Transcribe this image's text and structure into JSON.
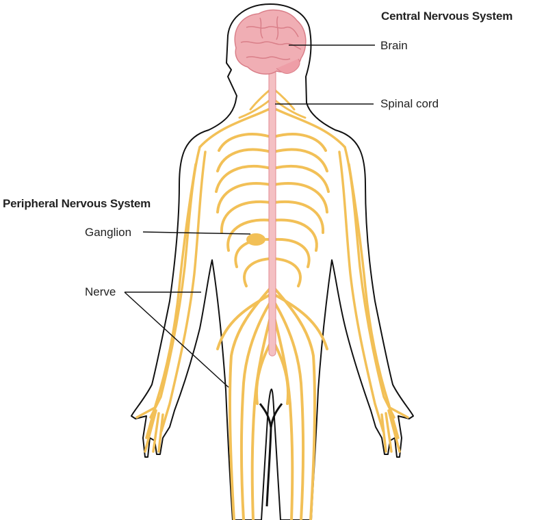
{
  "headings": {
    "cns": "Central Nervous System",
    "pns": "Peripheral Nervous System"
  },
  "labels": {
    "brain": "Brain",
    "spinal_cord": "Spinal cord",
    "ganglion": "Ganglion",
    "nerve": "Nerve"
  },
  "colors": {
    "nerve": "#F2C057",
    "brain": "#F0AEB4",
    "spinal_cord": "#F4C0C3",
    "outline": "#111111",
    "leader": "#111111"
  }
}
